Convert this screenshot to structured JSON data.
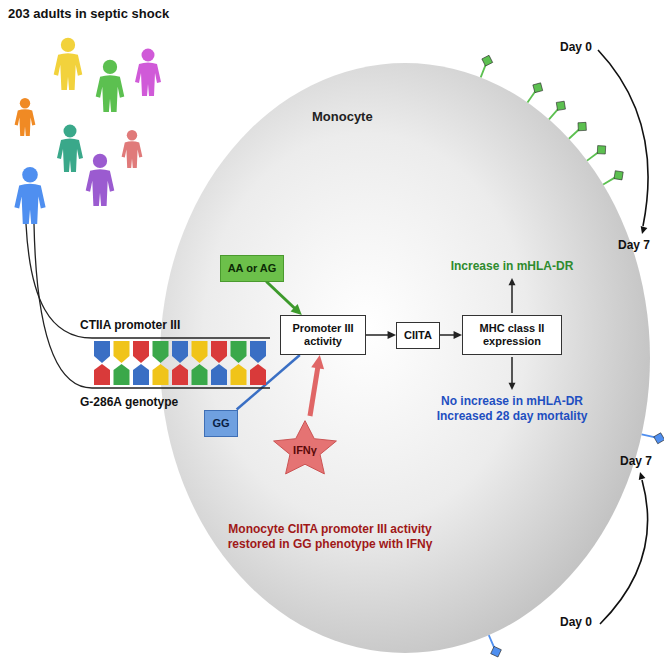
{
  "diagram": {
    "title": "203 adults in septic shock",
    "nodes": [
      {
        "text": [
          "Monocyte"
        ]
      },
      {
        "text": [
          "AA or AG"
        ],
        "in": 0
      },
      {
        "text": [
          "Promoter III activity"
        ],
        "in": 0
      },
      {
        "text": [
          "CIITA"
        ],
        "in": 0
      },
      {
        "text": [
          "MHC class II expression"
        ],
        "in": 0
      },
      {
        "text": [
          "GG"
        ],
        "in": 0
      },
      {
        "text": [
          "IFNγ"
        ],
        "in": 0
      }
    ],
    "edges": [
      {
        "from": 1,
        "to": 2,
        "arrow": "to"
      },
      {
        "from": 5,
        "to": 2,
        "arrow": "none"
      },
      {
        "from": 6,
        "to": 2,
        "arrow": "to"
      },
      {
        "from": 2,
        "to": 3,
        "arrow": "to"
      },
      {
        "from": 3,
        "to": 4,
        "arrow": "to"
      }
    ],
    "labels": [
      "CTIIA promoter III",
      "G-286A genotype",
      "Increase in mHLA-DR",
      "No increase in mHLA-DR Increased 28 day mortality",
      "Monocyte CIITA promoter III activity restored in GG phenotype with IFNγ",
      "Day 0",
      "Day 7",
      "Day 7",
      "Day 0"
    ]
  }
}
